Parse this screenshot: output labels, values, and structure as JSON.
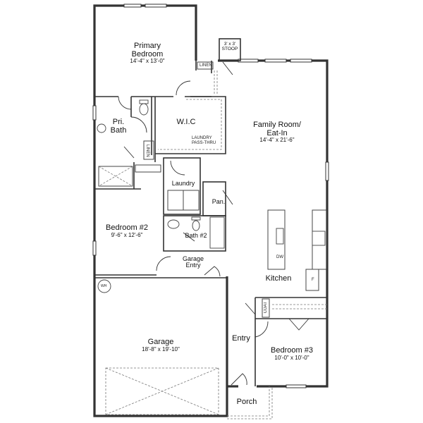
{
  "rooms": {
    "primary_bedroom": {
      "name": "Primary\nBedroom",
      "line1": "Primary",
      "line2": "Bedroom",
      "dims": "14'-4\" x 13'-0\""
    },
    "pri_bath": {
      "line1": "Pri.",
      "line2": "Bath"
    },
    "wic": {
      "name": "W.I.C"
    },
    "family_room": {
      "line1": "Family Room/",
      "line2": "Eat-In",
      "dims": "14'-4\" x 21'-6\""
    },
    "laundry": {
      "name": "Laundry"
    },
    "pantry": {
      "name": "Pan."
    },
    "bedroom2": {
      "name": "Bedroom #2",
      "dims": "9'-6\" x 12'-6\""
    },
    "bath2": {
      "name": "Bath #2"
    },
    "garage_entry": {
      "line1": "Garage",
      "line2": "Entry"
    },
    "kitchen": {
      "name": "Kitchen"
    },
    "garage": {
      "name": "Garage",
      "dims": "18'-8\" x 19'-10\""
    },
    "entry": {
      "name": "Entry"
    },
    "bedroom3": {
      "name": "Bedroom #3",
      "dims": "10'-0\" x 10'-0\""
    },
    "porch": {
      "name": "Porch"
    },
    "stoop": {
      "line1": "3' x 3'",
      "line2": "STOOP"
    }
  },
  "annotations": {
    "linen_top": "LINEN",
    "linen_bath": "LINEN",
    "laundry_pass_thru_1": "LAUNDRY",
    "laundry_pass_thru_2": "PASS-THRU",
    "coat": "COAT",
    "dishwasher": "DW",
    "fridge": "F",
    "water_heater": "WH"
  }
}
